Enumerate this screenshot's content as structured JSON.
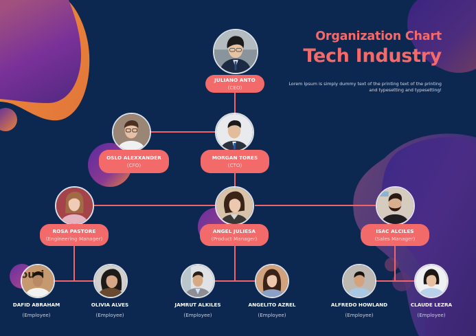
{
  "header": {
    "subtitle": "Organization Chart",
    "title": "Tech Industry",
    "description": "Lorem Ipsum is simply dummy text of the printing text of the printing and typesetting and typesetting!"
  },
  "colors": {
    "background": "#0d2850",
    "accent": "#f36a6b",
    "connector": "#f0646a",
    "blob_purple": "#6b2fa0",
    "blob_orange": "#e8823a"
  },
  "nodes": {
    "ceo": {
      "name": "JULIANO ANTO",
      "role": "(CEO)",
      "icon": "avatar-man-glasses-suit"
    },
    "cfo": {
      "name": "OSLO ALEXXANDER",
      "role": "(CFO)",
      "icon": "avatar-man-glasses"
    },
    "cto": {
      "name": "MORGAN TORES",
      "role": "(CTO)",
      "icon": "avatar-man-suit"
    },
    "eng_manager": {
      "name": "ROSA PASTORE",
      "role": "(Engineering Manager)",
      "icon": "avatar-woman-blonde"
    },
    "product_manager": {
      "name": "ANGEL JULIESA",
      "role": "(Product Manager)",
      "icon": "avatar-woman-dark-hair"
    },
    "sales_manager": {
      "name": "ISAC ALCILES",
      "role": "(Sales Manager)",
      "icon": "avatar-man-beard"
    },
    "employees": [
      {
        "name": "DAFID ABRAHAM",
        "role": "(Employee)",
        "icon": "avatar-man-white-shirt"
      },
      {
        "name": "OLIVIA ALVES",
        "role": "(Employee)",
        "icon": "avatar-woman-smiling"
      },
      {
        "name": "JAMRUT ALKILES",
        "role": "(Employee)",
        "icon": "avatar-man-smiling"
      },
      {
        "name": "ANGELITO AZREL",
        "role": "(Employee)",
        "icon": "avatar-woman-long-hair"
      },
      {
        "name": "ALFREDO HOWLAND",
        "role": "(Employee)",
        "icon": "avatar-man-collared-shirt"
      },
      {
        "name": "CLAUDE LEZRA",
        "role": "(Employee)",
        "icon": "avatar-woman-collared-shirt"
      }
    ]
  }
}
